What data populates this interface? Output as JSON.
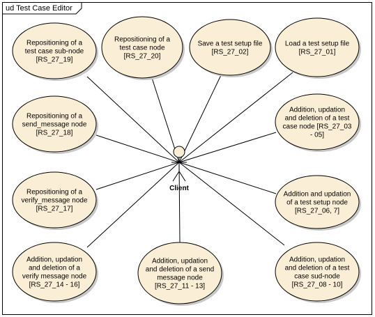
{
  "diagram": {
    "frame_title": "ud Test Case Editor",
    "actor": {
      "name": "Client",
      "icon": "stick-figure-actor-icon"
    },
    "colors": {
      "use_case_fill": "#fbeed6",
      "line": "#000000",
      "shadow": "#c8c8c8"
    },
    "use_cases": [
      {
        "id": "uc-repositioning-test-case-sub-node",
        "lines": [
          "Repositioning of a",
          "test case sub-node",
          "[RS_27_19]"
        ]
      },
      {
        "id": "uc-repositioning-test-case-node",
        "lines": [
          "Repositioning of a",
          "test case node",
          "[RS_27_20]"
        ]
      },
      {
        "id": "uc-save-test-setup-file",
        "lines": [
          "Save a test setup file",
          "[RS_27_02]"
        ]
      },
      {
        "id": "uc-load-test-setup-file",
        "lines": [
          "Load a test setup file",
          "[RS_27_01]"
        ]
      },
      {
        "id": "uc-repositioning-send-message-node",
        "lines": [
          "Repositioning of a",
          "send_message node",
          "[RS_27_18]"
        ]
      },
      {
        "id": "uc-add-update-delete-test-case-node",
        "lines": [
          "Addition, updation",
          "and deletion of a test",
          "case node [RS_27_03",
          "- 05]"
        ]
      },
      {
        "id": "uc-repositioning-verify-message-node",
        "lines": [
          "Repositioning of a",
          "verify_message node",
          "[RS_27_17]"
        ]
      },
      {
        "id": "uc-add-update-test-setup-node",
        "lines": [
          "Addition and updation",
          "of a test setup node",
          "[RS_27_06, 7]"
        ]
      },
      {
        "id": "uc-add-update-delete-verify-message-node",
        "lines": [
          "Addition, updation",
          "and deletion of a",
          "verify message node",
          "[RS_27_14 - 16]"
        ]
      },
      {
        "id": "uc-add-update-delete-send-message-node",
        "lines": [
          "Addition, updation",
          "and deletion of a send",
          "message node",
          "[RS_27_11 - 13]"
        ]
      },
      {
        "id": "uc-add-update-delete-test-case-sud-node",
        "lines": [
          "Addition, updation",
          "and deletion of a test",
          "case sud-node",
          "[RS_27_08 - 10]"
        ]
      }
    ]
  }
}
